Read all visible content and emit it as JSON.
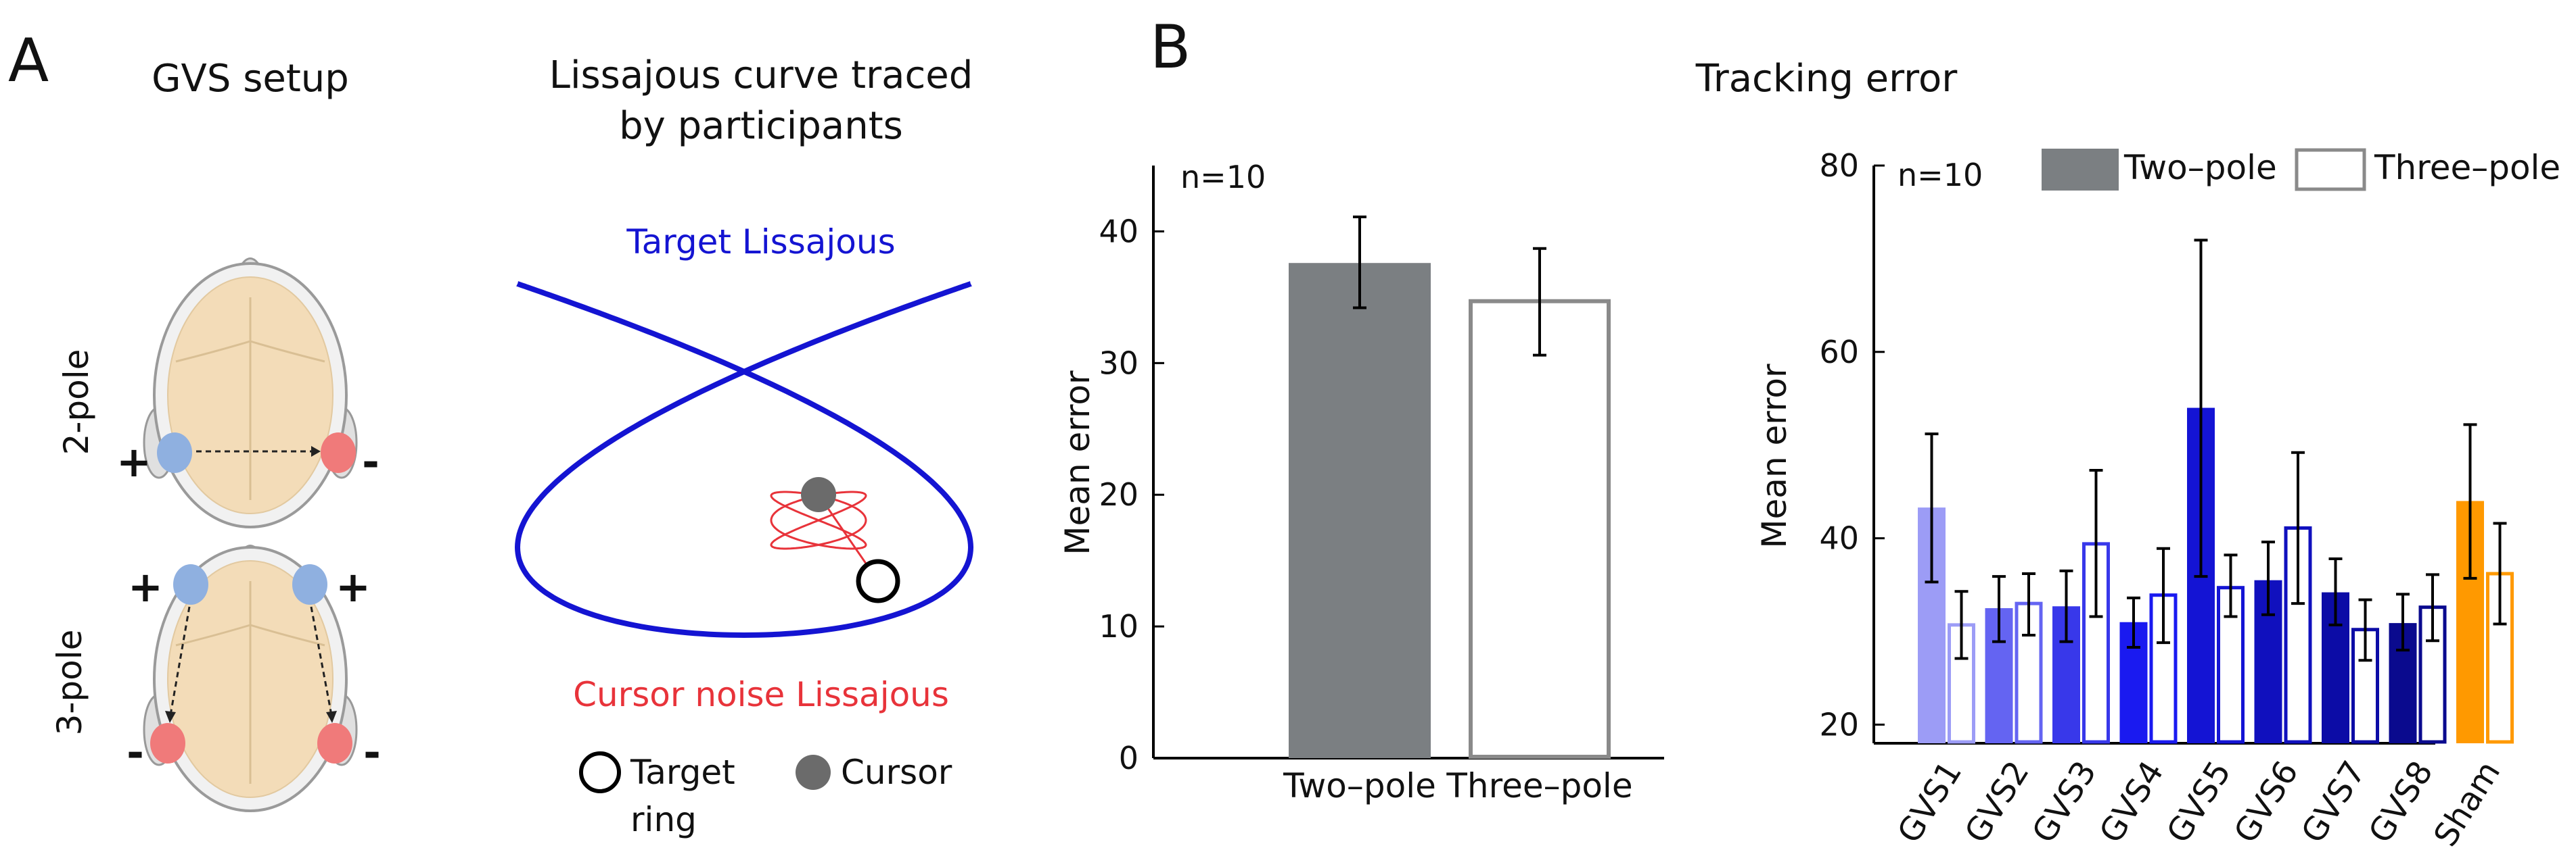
{
  "panel_a": {
    "letter": "A",
    "setup_title": "GVS setup",
    "two_pole_label": "2-pole",
    "three_pole_label": "3-pole",
    "plus": "+",
    "minus": "-",
    "curve_title_line1": "Lissajous curve traced",
    "curve_title_line2": "by participants",
    "target_label": "Target Lissajous",
    "noise_label": "Cursor noise Lissajous",
    "legend_target_line1": "Target",
    "legend_target_line2": "ring",
    "legend_cursor": "Cursor",
    "colors": {
      "target_curve": "#1414d2",
      "noise_curve": "#e8333a",
      "anode": "#8fb0e0",
      "cathode": "#f07a7a",
      "skull": "#f3dcb8",
      "cursor": "#6b6b6b"
    }
  },
  "panel_b": {
    "letter": "B",
    "title": "Tracking error"
  },
  "chart_data": [
    {
      "type": "bar",
      "n_label": "n=10",
      "ylabel": "Mean error",
      "ylim": [
        0,
        45
      ],
      "yticks": [
        "0",
        "10",
        "20",
        "30",
        "40"
      ],
      "categories": [
        "Two–pole",
        "Three–pole"
      ],
      "values": [
        37.6,
        34.7
      ],
      "err_low": [
        34.2,
        30.6
      ],
      "err_high": [
        41.1,
        38.7
      ],
      "fills": [
        "#7b7f82",
        "#ffffff"
      ],
      "strokes": [
        "#7b7f82",
        "#8a8a8a"
      ]
    },
    {
      "type": "bar",
      "n_label": "n=10",
      "ylabel": "Mean error",
      "ylim": [
        18,
        80
      ],
      "yticks": [
        "20",
        "40",
        "60",
        "80"
      ],
      "legend": [
        {
          "label": "Two–pole",
          "style": "filled",
          "color": "#7b7f82"
        },
        {
          "label": "Three–pole",
          "style": "open",
          "color": "#8a8a8a"
        }
      ],
      "categories": [
        "GVS1",
        "GVS2",
        "GVS3",
        "GVS4",
        "GVS5",
        "GVS6",
        "GVS7",
        "GVS8",
        "Sham"
      ],
      "colors": [
        "#9c9cf6",
        "#6464f2",
        "#3838ea",
        "#1a1af0",
        "#1414d4",
        "#1010be",
        "#0c0ca6",
        "#0a0a8e",
        "#ff9900"
      ],
      "series": [
        {
          "name": "Two–pole",
          "values": [
            43.3,
            32.5,
            32.7,
            31.0,
            54.0,
            35.5,
            34.2,
            30.9,
            44.0
          ],
          "err_low": [
            35.3,
            28.9,
            28.9,
            28.3,
            35.9,
            31.8,
            30.7,
            28.0,
            35.7
          ],
          "err_high": [
            51.2,
            35.9,
            36.5,
            33.6,
            72.0,
            39.6,
            37.8,
            34.0,
            52.2
          ]
        },
        {
          "name": "Three–pole",
          "values": [
            30.7,
            33.0,
            39.4,
            33.9,
            34.7,
            41.1,
            30.2,
            32.6,
            36.2
          ],
          "err_low": [
            27.1,
            29.6,
            31.6,
            28.8,
            31.6,
            33.0,
            26.9,
            29.0,
            30.8
          ],
          "err_high": [
            34.3,
            36.2,
            47.3,
            38.9,
            38.2,
            49.2,
            33.4,
            36.1,
            41.6
          ]
        }
      ]
    }
  ]
}
